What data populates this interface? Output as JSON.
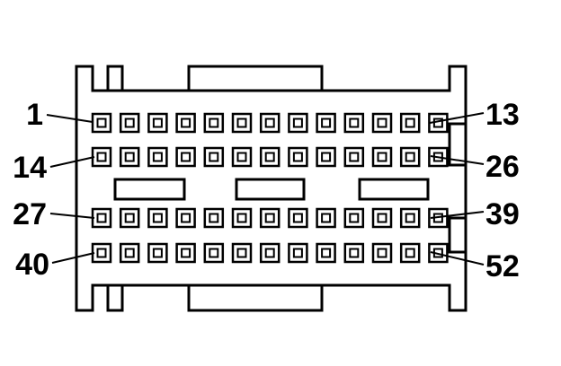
{
  "diagram": {
    "pin_labels": {
      "row1_left": "1",
      "row1_right": "13",
      "row2_left": "14",
      "row2_right": "26",
      "row3_left": "27",
      "row3_right": "39",
      "row4_left": "40",
      "row4_right": "52"
    },
    "pins_per_row": 13,
    "row_count": 4,
    "colors": {
      "ink": "#000000",
      "background": "#ffffff"
    }
  }
}
